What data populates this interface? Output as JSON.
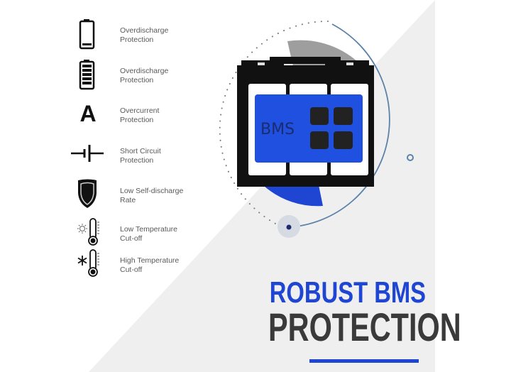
{
  "features": [
    {
      "icon": "battery-empty-icon",
      "label": "Overdischarge\nProtection"
    },
    {
      "icon": "battery-full-icon",
      "label": "Overdischarge\nProtection"
    },
    {
      "icon": "ampere-icon",
      "label": "Overcurrent\nProtection"
    },
    {
      "icon": "short-circuit-icon",
      "label": "Short Circuit\nProtection"
    },
    {
      "icon": "shield-icon",
      "label": "Low Self-discharge\nRate"
    },
    {
      "icon": "thermometer-sun-icon",
      "label": "Low Temperature\nCut-off"
    },
    {
      "icon": "thermometer-snowflake-icon",
      "label": "High Temperature\nCut-off"
    }
  ],
  "ampere_glyph": "A",
  "battery": {
    "panel_label": "BMS"
  },
  "headline": {
    "line1": "ROBUST BMS",
    "line2": "PROTECTION"
  },
  "colors": {
    "accent_blue": "#1f45d3",
    "dark_text": "#3a3a3a",
    "label_gray": "#5a5a5a",
    "background_gray": "#efefef",
    "arc_blue": "#5d82a8"
  }
}
